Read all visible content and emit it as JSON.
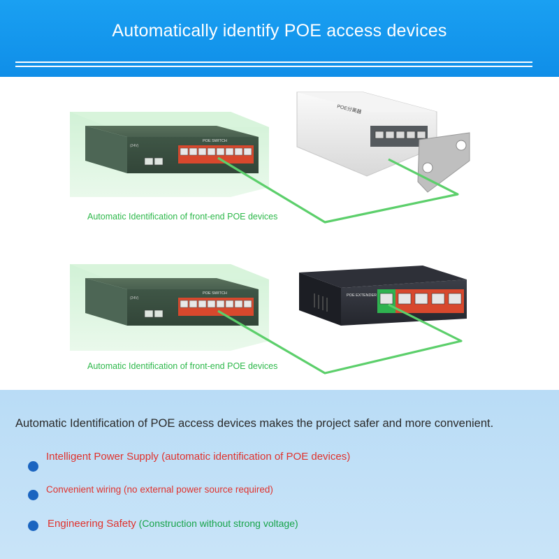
{
  "header": {
    "title": "Automatically identify POE access devices"
  },
  "panel_top": {
    "switch_label": "POE SWITCH",
    "switch_voltage": "(24V)",
    "caption": "Automatic Identification of front-end POE devices",
    "outdoor_device_label": "POE分离器"
  },
  "panel_bottom": {
    "switch_label": "POE SWITCH",
    "switch_voltage": "(24V)",
    "caption": "Automatic Identification of front-end POE devices",
    "extender_label": "POE EXTENDER"
  },
  "features": {
    "intro": "Automatic Identification of POE access devices makes the project safer and more convenient.",
    "items": [
      {
        "text": "Intelligent Power Supply (automatic identification of POE devices)"
      },
      {
        "text": "Convenient wiring (no external power source required)"
      },
      {
        "text_red": "Engineering Safety",
        "text_green": " (Construction without strong voltage)"
      }
    ]
  },
  "colors": {
    "header_blue": "#1aa0f2",
    "caption_green": "#2db84a",
    "cable_green": "#5ccf6b",
    "feature_red": "#e0322d",
    "feature_green": "#17a34a",
    "bullet_blue": "#1a64c0",
    "bottom_bg": "#c4e1f7"
  }
}
